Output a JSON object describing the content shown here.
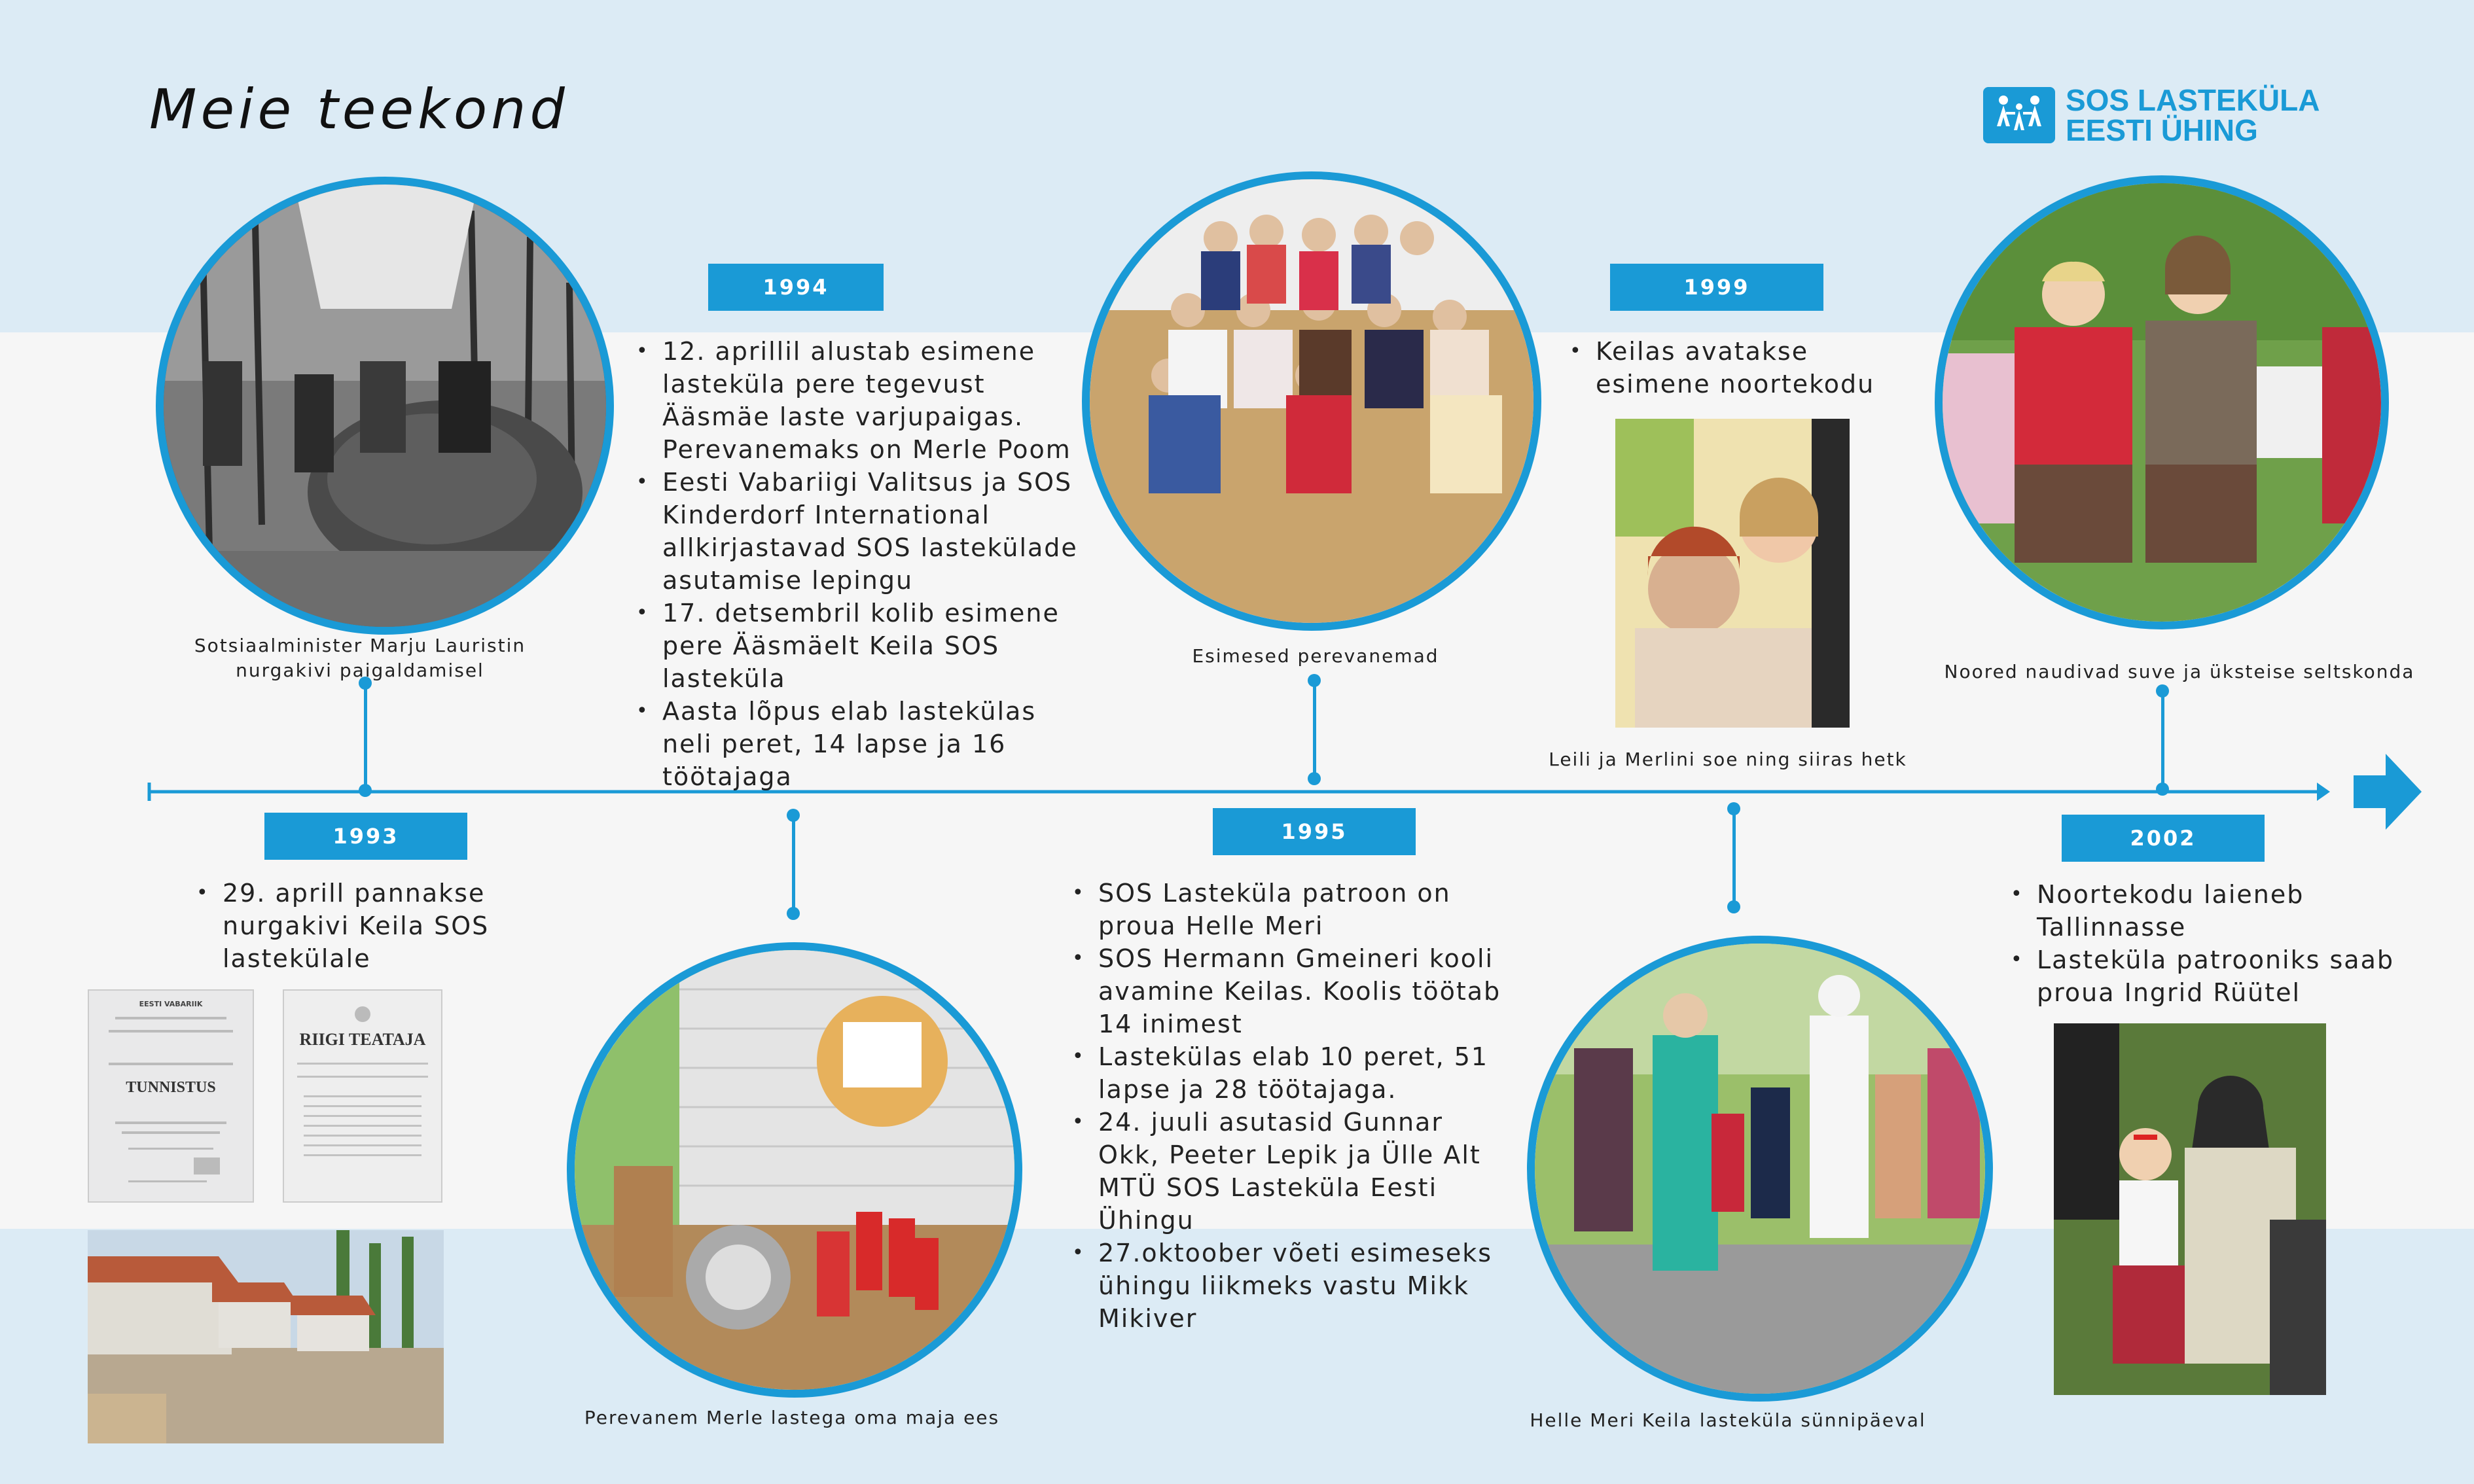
{
  "page": {
    "title": "Meie teekond"
  },
  "logo": {
    "line1": "SOS LASTEKÜLA",
    "line2": "EESTI ÜHING",
    "icon": "sos-children-logo-icon",
    "color": "#1a9ad6"
  },
  "colors": {
    "accent": "#1a9ad6",
    "band": "#dcebf5",
    "background": "#f6f6f6"
  },
  "timeline": {
    "entries": [
      {
        "year": "1993",
        "items": [
          "29. aprill pannakse nurgakivi Keila SOS  lastekülale"
        ],
        "caption": "Sotsiaalminister Marju Lauristin nurgakivi paigaldamisel"
      },
      {
        "year": "1994",
        "items": [
          "12. aprillil alustab esimene lasteküla pere tegevust Ääsmäe laste varjupaigas. Perevanemaks on Merle Poom",
          "Eesti Vabariigi Valitsus ja SOS Kinderdorf International allkirjastavad SOS lastekülade asutamise lepingu",
          "17. detsembril kolib esimene pere Ääsmäelt Keila SOS lasteküla",
          "Aasta lõpus elab lastekülas neli peret, 14 lapse ja 16 töötajaga"
        ],
        "caption": "Perevanem Merle lastega oma maja ees"
      },
      {
        "year": "1995",
        "items": [
          "SOS Lasteküla patroon on proua Helle Meri",
          "SOS Hermann Gmeineri kooli avamine Keilas. Koolis töötab 14 inimest",
          "Lastekülas elab 10 peret,  51 lapse ja 28 töötajaga.",
          "24. juuli asutasid Gunnar Okk, Peeter Lepik ja Ülle Alt MTÜ SOS Lasteküla Eesti Ühingu",
          "27.oktoober võeti esimeseks ühingu liikmeks vastu Mikk Mikiver"
        ],
        "caption": "Esimesed perevanemad"
      },
      {
        "year": "1999",
        "items": [
          "Keilas avatakse esimene noortekodu"
        ],
        "caption": "Leili ja Merlini soe ning siiras hetk",
        "caption2": "Helle Meri Keila lasteküla sünnipäeval"
      },
      {
        "year": "2002",
        "items": [
          "Noortekodu laieneb Tallinnasse",
          "Lasteküla patrooniks saab proua Ingrid Rüütel"
        ],
        "caption": "Noored naudivad suve ja üksteise seltskonda"
      }
    ]
  },
  "documents": {
    "doc1": {
      "top": "EESTI VABARIIK",
      "heading": "TUNNISTUS"
    },
    "doc2": {
      "heading": "RIIGI TEATAJA"
    }
  }
}
